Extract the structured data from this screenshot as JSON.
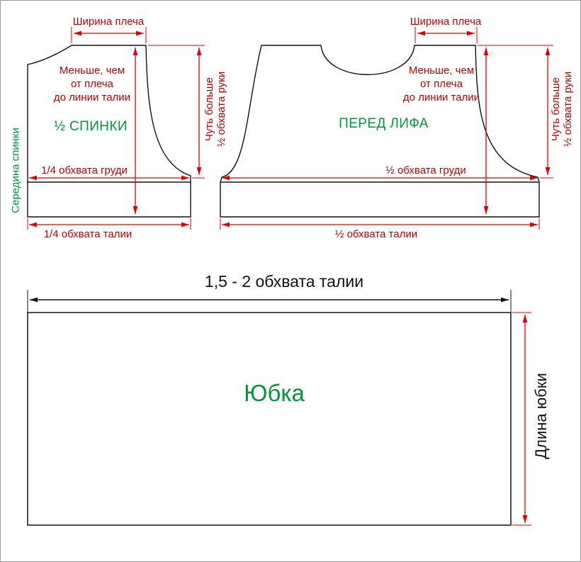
{
  "colors": {
    "outline_black": "#111111",
    "arrow_red": "#e00000",
    "text_red": "#c00000",
    "text_green": "#009739",
    "text_black": "#111111",
    "background": "#ffffff"
  },
  "back_piece": {
    "name": "½ СПИНКИ",
    "center_back_label": "Середина спинки",
    "shoulder_width_label": "Ширина плеча",
    "length_note": {
      "line1": "Меньше, чем",
      "line2": "от плеча",
      "line3": "до линии талии"
    },
    "chest_label": "1/4 обхвата груди",
    "waist_label": "1/4 обхвата талии",
    "sleeve_note": {
      "line1": "Чуть больше",
      "line2": "½ обхвата руки"
    }
  },
  "front_piece": {
    "name": "ПЕРЕД ЛИФА",
    "shoulder_width_label": "Ширина плеча",
    "length_note": {
      "line1": "Меньше, чем",
      "line2": "от плеча",
      "line3": "до линии талии"
    },
    "chest_label": "½ обхвата груди",
    "waist_label": "½ обхвата талии",
    "sleeve_note": {
      "line1": "Чуть больше",
      "line2": "½ обхвата руки"
    }
  },
  "skirt": {
    "name": "Юбка",
    "width_label": "1,5 - 2 обхвата талии",
    "length_label": "Длина юбки"
  }
}
